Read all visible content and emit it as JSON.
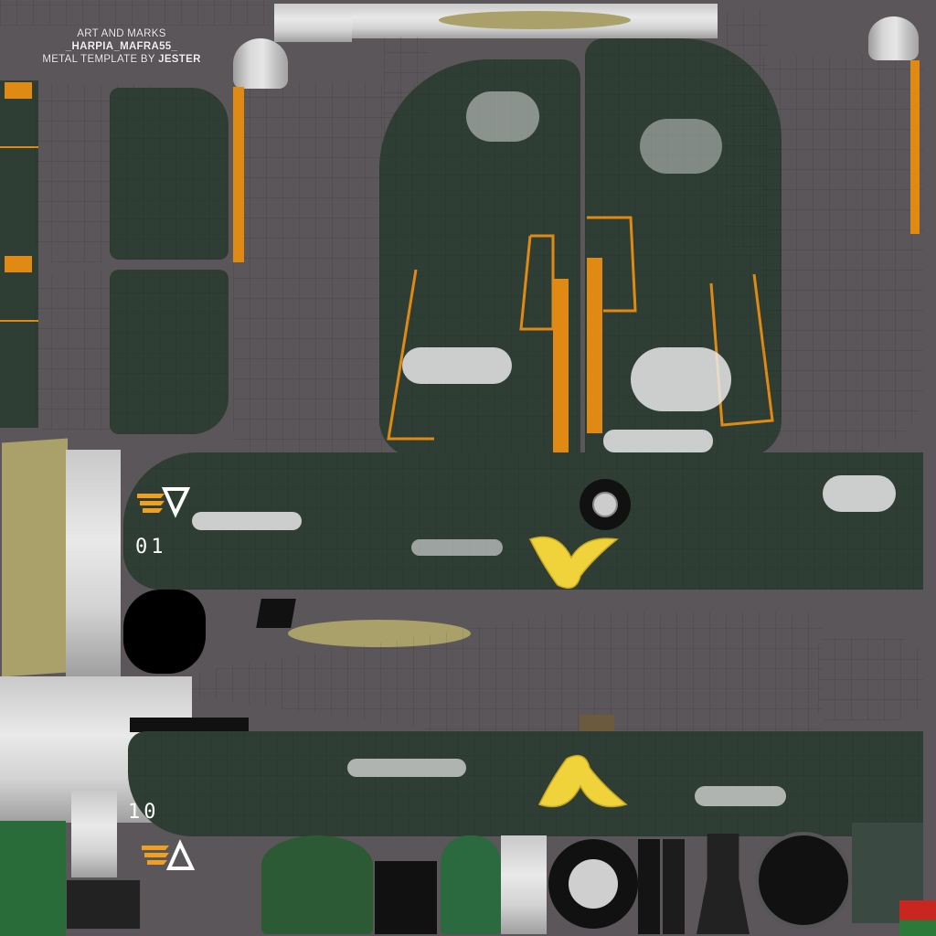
{
  "credits": {
    "line1": "ART AND MARKS",
    "line2": "_HARPIA_MAFRA55_",
    "line3_prefix": "METAL TEMPLATE BY ",
    "line3_name": "JESTER"
  },
  "fuselage": {
    "upper_number": "01",
    "lower_number": "10"
  },
  "colors": {
    "background": "#5b5659",
    "camo_green": "#2f3e35",
    "orange_marking": "#e08a14",
    "bare_metal": "#d8d8d8",
    "primer_olive": "#a9a06a",
    "emblem_yellow": "#f0d33a"
  }
}
